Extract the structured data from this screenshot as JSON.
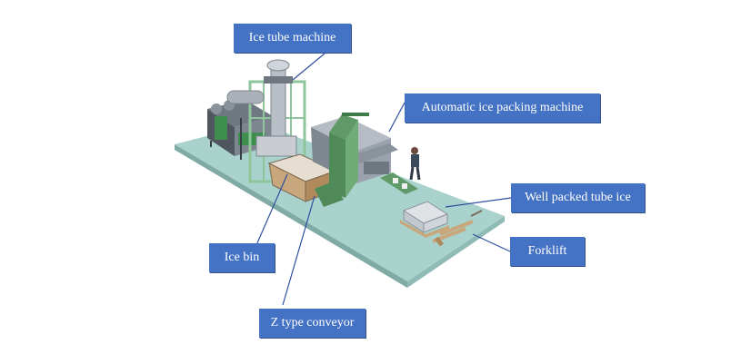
{
  "labels": {
    "ice_tube_machine": "Ice tube machine",
    "automatic_ice_packing_machine": "Automatic ice packing machine",
    "well_packed_tube_ice": "Well packed tube ice",
    "forklift": "Forklift",
    "ice_bin": "Ice bin",
    "z_type_conveyor": "Z type conveyor"
  },
  "colors": {
    "label_bg": "#4472c4",
    "label_text": "#ffffff",
    "floor": "#a9d2cd",
    "leader_line": "#2f4f9f",
    "frame_green": "#8fc59a",
    "conveyor_green": "#5f9a68",
    "machine_grey": "#9aa2ad",
    "pallet_wood": "#c9a77c"
  }
}
